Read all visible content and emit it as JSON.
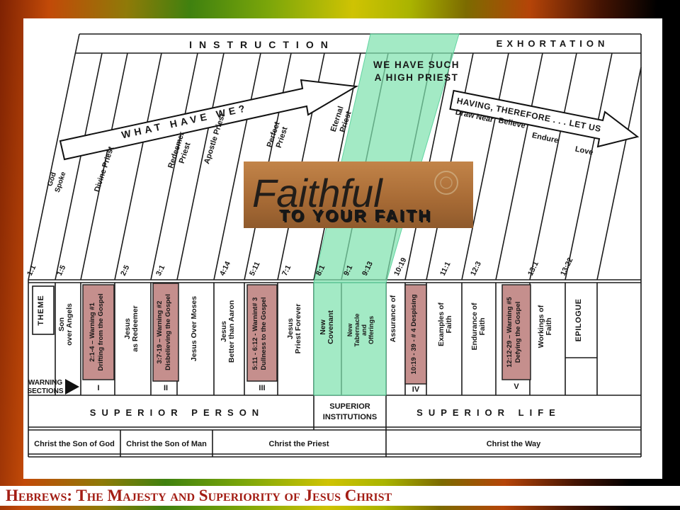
{
  "title_bar": {
    "title": "Hebrews: The Majesty and Superiority of Jesus Christ"
  },
  "chart": {
    "instruction": "INSTRUCTION",
    "exhortation": "EXHORTATION",
    "what_have_we": "WHAT HAVE WE?",
    "having_therefore": "HAVING, THEREFORE . . . LET US",
    "green_band": {
      "line1": "WE HAVE SUCH",
      "line2": "A HIGH PRIEST"
    },
    "banner": {
      "script": "Faithful",
      "caps": "TO YOUR FAITH"
    },
    "diagonal_labels": {
      "god_spoke": [
        "God",
        "Spoke"
      ],
      "divine_priest": "Divine Priest",
      "redeemer_priest": [
        "Redeemer",
        "Priest"
      ],
      "apostle_priest": "Apostle Priest",
      "perfect_priest": [
        "Perfect",
        "Priest"
      ],
      "eternal_priest": [
        "Eternal",
        "Priest"
      ],
      "draw_near": "Draw Near",
      "believe": "Believe",
      "endure": "Endure",
      "love": "Love"
    },
    "refs": [
      "1:1",
      "1:5",
      "2:5",
      "3:1",
      "4:14",
      "5:11",
      "7:1",
      "8:1",
      "9:1",
      "9:13",
      "10:19",
      "11:1",
      "12:3",
      "13:1",
      "13:22"
    ],
    "theme": "THEME",
    "epilogue": "EPILOGUE",
    "columns": {
      "son_over_angels": [
        "Son",
        "over Angels"
      ],
      "jesus_as_redeemer": [
        "Jesus",
        "as Redeemer"
      ],
      "jesus_over_moses": "Jesus Over Moses",
      "jesus_better_than_aaron": [
        "Jesus",
        "Better than Aaron"
      ],
      "jesus_priest_forever": [
        "Jesus",
        "Priest Forever"
      ],
      "new_covenant": [
        "New",
        "Covenant"
      ],
      "new_tabernacle": [
        "New",
        "Tabernacle",
        "and",
        "Offerings"
      ],
      "assurance_of": "Assurance of",
      "examples_of_faith": [
        "Examples of",
        "Faith"
      ],
      "endurance_of_faith": [
        "Endurance of",
        "Faith"
      ],
      "workings_of_faith": [
        "Workings of",
        "Faith"
      ]
    },
    "warnings": [
      {
        "range_title": "2:1-4 – Warning #1",
        "subtitle": "Drifting from the Gospel",
        "numeral": "I"
      },
      {
        "range_title": "3:7-19 – Warning #2",
        "subtitle": "Disbelieving the Gospel",
        "numeral": "II"
      },
      {
        "range_title": "5:11 - 6:12 - Warnint# 3",
        "subtitle": "Dullness to the Gospel",
        "numeral": "III"
      },
      {
        "range_title": "10:19 - 39 - # 4 Despising",
        "subtitle": "",
        "numeral": "IV"
      },
      {
        "range_title": "12:12-29 – Warning #5",
        "subtitle": "Defying the Gospel",
        "numeral": "V"
      }
    ],
    "warning_sections": [
      "WARNING",
      "SECTIONS"
    ],
    "sections": {
      "person": "SUPERIOR PERSON",
      "institutions_line1": "SUPERIOR",
      "institutions_line2": "INSTITUTIONS",
      "life": "SUPERIOR LIFE"
    },
    "bottom_row": [
      "Christ the Son of God",
      "Christ the Son of Man",
      "Christ the Priest",
      "Christ the Way"
    ],
    "colors": {
      "highlight_green": "#80e2ae",
      "warning_pink": "#c58f8d",
      "banner_brown": "#b07440",
      "title_red": "#a31d14"
    }
  }
}
